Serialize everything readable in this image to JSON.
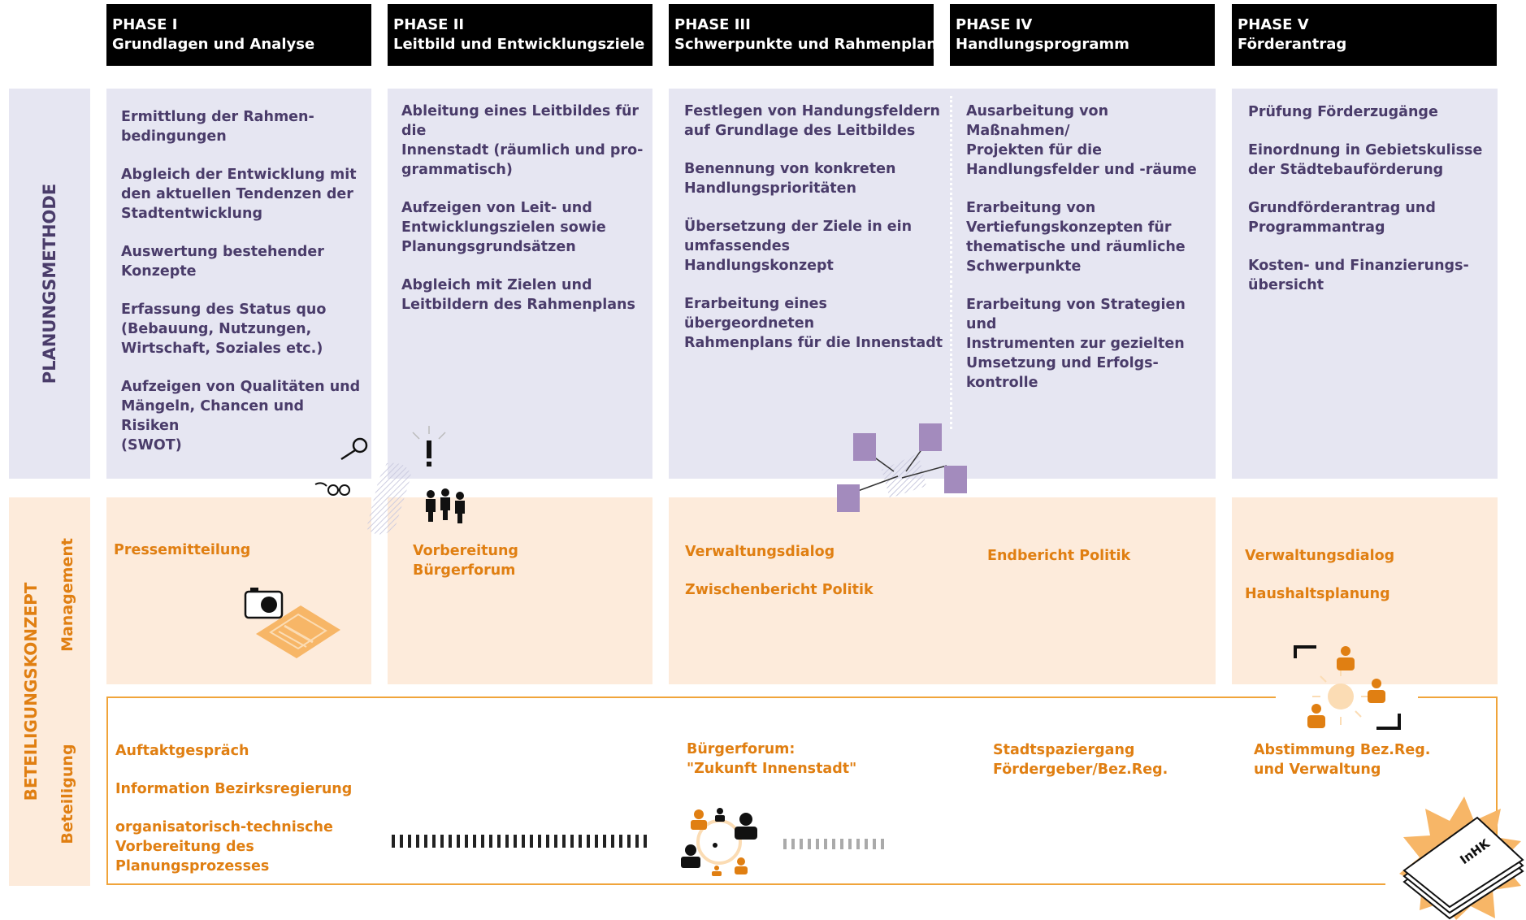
{
  "phases": [
    {
      "number": "PHASE I",
      "title": "Grundlagen und Analyse"
    },
    {
      "number": "PHASE II",
      "title": "Leitbild und Entwicklungsziele"
    },
    {
      "number": "PHASE III",
      "title": "Schwerpunkte und Rahmenplan"
    },
    {
      "number": "PHASE IV",
      "title": "Handlungsprogramm"
    },
    {
      "number": "PHASE V",
      "title": "Förderantrag"
    }
  ],
  "rows": {
    "planung": "PLANUNGSMETHODE",
    "beteiligungskonzept": "BETEILIGUNGSKONZEPT",
    "management": "Management",
    "beteiligung": "Beteiligung"
  },
  "planungsmethode": {
    "phase1": [
      "Ermittlung der Rahmen-\nbedingungen",
      "Abgleich der Entwicklung mit\nden aktuellen Tendenzen der\nStadtentwicklung",
      "Auswertung bestehender\nKonzepte",
      "Erfassung des Status quo\n(Bebauung, Nutzungen,\nWirtschaft, Soziales etc.)",
      "Aufzeigen von Qualitäten und\nMängeln, Chancen und Risiken\n(SWOT)"
    ],
    "phase2": [
      "Ableitung eines Leitbildes für die\nInnenstadt (räumlich und pro-\ngrammatisch)",
      "Aufzeigen von Leit- und\nEntwicklungszielen sowie\nPlanungsgrundsätzen",
      "Abgleich mit Zielen und\nLeitbildern des Rahmenplans"
    ],
    "phase3": [
      "Festlegen von Handungsfeldern\nauf Grundlage des Leitbildes",
      "Benennung von konkreten\nHandlungsprioritäten",
      "Übersetzung der Ziele in ein\numfassendes Handlungskonzept",
      "Erarbeitung eines übergeordneten\nRahmenplans für die Innenstadt"
    ],
    "phase4": [
      "Ausarbeitung von Maßnahmen/\nProjekten für die\nHandlungsfelder und -räume",
      "Erarbeitung von\nVertiefungskonzepten für\nthematische und räumliche\nSchwerpunkte",
      "Erarbeitung von Strategien und\nInstrumenten zur gezielten\nUmsetzung und Erfolgs-\nkontrolle"
    ],
    "phase5": [
      "Prüfung Förderzugänge",
      "Einordnung in Gebietskulisse\nder Städtebauförderung",
      "Grundförderantrag und\nProgrammantrag",
      "Kosten- und Finanzierungs-\nübersicht"
    ]
  },
  "management": {
    "phase1": [
      "Pressemitteilung"
    ],
    "phase2": [
      "Vorbereitung\nBürgerforum"
    ],
    "phase3": [
      "Verwaltungsdialog",
      "Zwischenbericht Politik"
    ],
    "phase4": [
      "Endbericht Politik"
    ],
    "phase5": [
      "Verwaltungsdialog",
      "Haushaltsplanung"
    ]
  },
  "beteiligung": {
    "phase1": [
      "Auftaktgespräch",
      "Information Bezirksregierung",
      "organisatorisch-technische\nVorbereitung des\nPlanungsprozesses"
    ],
    "phase3": "Bürgerforum:\n\"Zukunft Innenstadt\"",
    "phase4": "Stadtspaziergang\nFördergeber/Bez.Reg.",
    "phase5": "Abstimmung Bez.Reg.\nund Verwaltung"
  },
  "book_label": "InHK",
  "colors": {
    "lavender": "#e6e6f2",
    "purple_text": "#4a3c6a",
    "peach": "#fdebdb",
    "orange": "#e07f12",
    "header_bg": "#000000"
  }
}
